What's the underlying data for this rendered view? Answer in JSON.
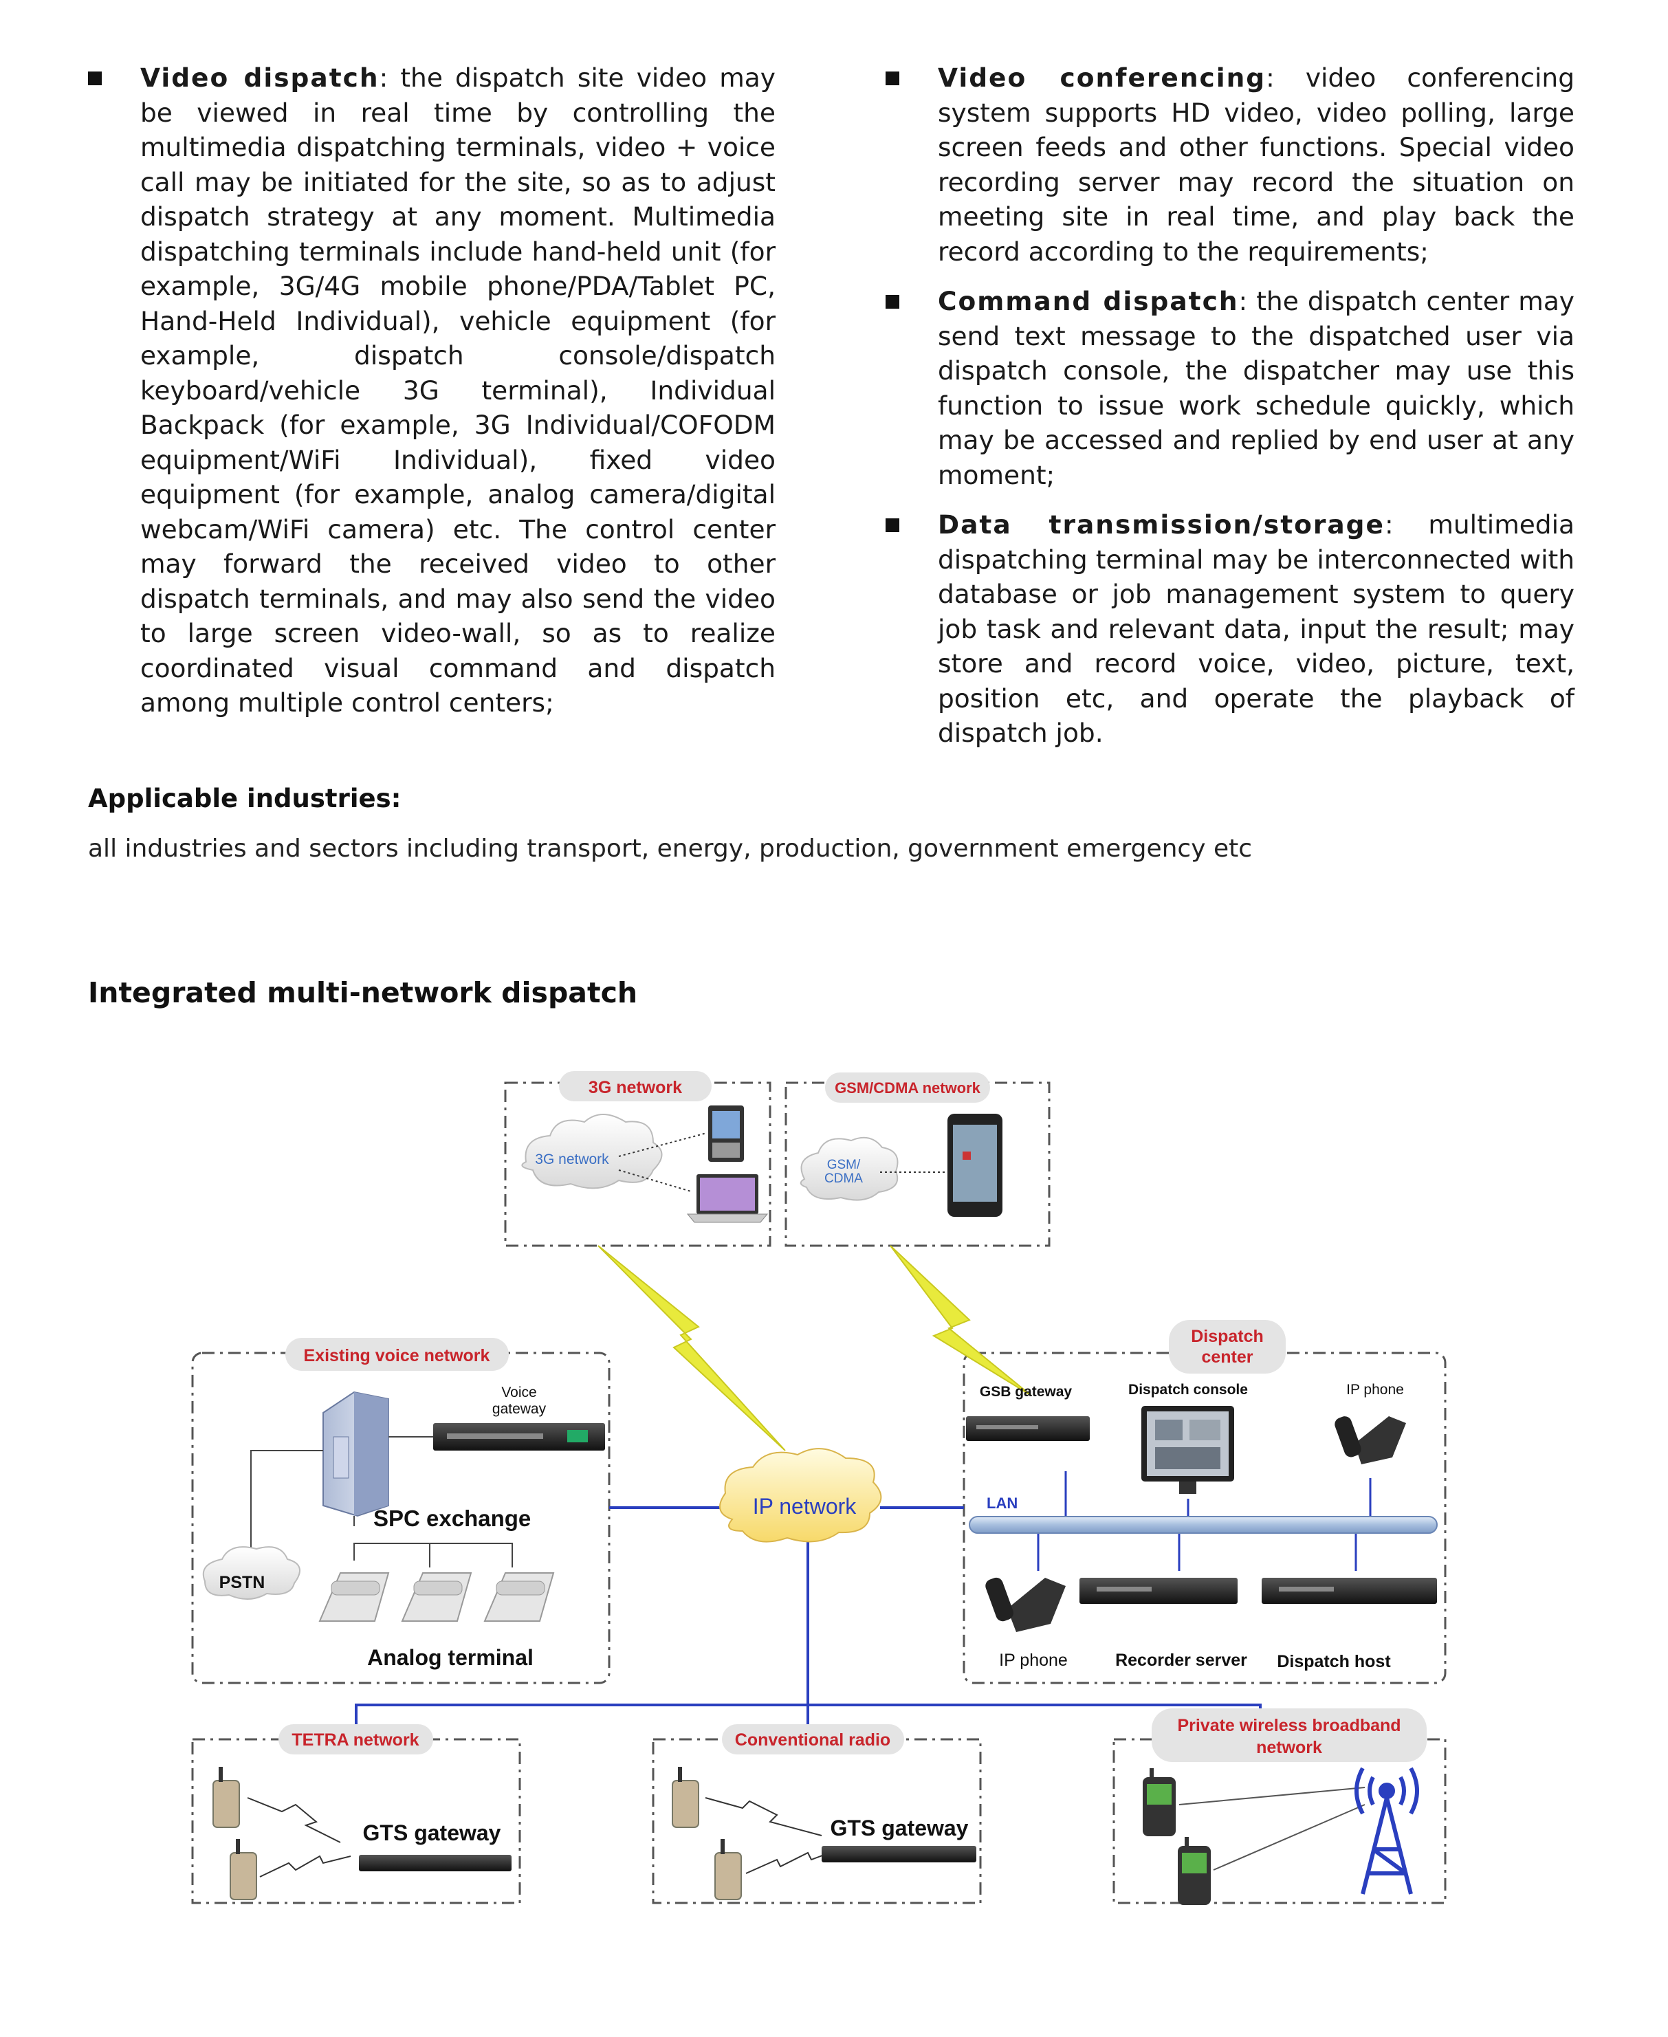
{
  "bullets_left": [
    {
      "title": "Video dispatch",
      "text": ": the dispatch site video may be viewed in real time by controlling the multimedia dispatching terminals, video + voice call may be initiated for the site, so as to adjust dispatch strategy at any moment. Multimedia dispatching terminals include hand-held unit (for example, 3G/4G mobile phone/PDA/Tablet PC, Hand-Held Individual), vehicle equipment (for example, dispatch console/dispatch keyboard/vehicle 3G terminal), Individual Backpack (for example, 3G Individual/COFODM equipment/WiFi Individual), fixed video equipment (for example, analog camera/digital webcam/WiFi camera) etc. The control center may forward the received video to other dispatch terminals, and may also send the video to large screen video-wall, so as to realize coordinated visual command and dispatch among multiple control centers;"
    }
  ],
  "bullets_right": [
    {
      "title": "Video conferencing",
      "text": ": video conferencing system supports HD video, video polling, large screen feeds and other functions. Special video recording server may record the situation on meeting site in real time, and play back the record according to the requirements;"
    },
    {
      "title": "Command dispatch",
      "text": ": the dispatch center may send text message to the dispatched user via dispatch console, the dispatcher may use this function to issue work schedule quickly, which may be accessed and replied by end user at any moment;"
    },
    {
      "title": "Data transmission/storage",
      "text": ": multimedia dispatching terminal may be interconnected with database or job management system to query job task and relevant data, input the result; may store and record voice, video, picture, text, position etc, and operate the playback of dispatch job."
    }
  ],
  "industries": {
    "heading": "Applicable industries:",
    "text": "all industries and sectors including transport, energy, production, government emergency etc"
  },
  "diagram": {
    "heading": "Integrated multi-network dispatch",
    "boxes": {
      "net3g": "3G network",
      "gsm": "GSM/CDMA network",
      "voice": "Existing voice network",
      "dispatch_line1": "Dispatch",
      "dispatch_line2": "center",
      "tetra": "TETRA network",
      "conv": "Conventional radio",
      "pwb_line1": "Private wireless broadband",
      "pwb_line2": "network"
    },
    "labels": {
      "cloud_3g": "3G network",
      "cloud_gsm_line1": "GSM/",
      "cloud_gsm_line2": "CDMA",
      "voice_gw_line1": "Voice",
      "voice_gw_line2": "gateway",
      "spc": "SPC exchange",
      "pstn": "PSTN",
      "analog": "Analog terminal",
      "ip_network": "IP network",
      "gsb": "GSB gateway",
      "console": "Dispatch console",
      "ip_phone_top": "IP phone",
      "lan": "LAN",
      "ip_phone_bottom": "IP phone",
      "recorder": "Recorder server",
      "dispatch_host": "Dispatch host",
      "gts1": "GTS gateway",
      "gts2": "GTS gateway"
    },
    "colors": {
      "pill_text": "#c8242b",
      "link_blue": "#2a3fbf",
      "lightning": "#e8ea3c",
      "cloud_text_blue": "#3b6fc4"
    }
  }
}
